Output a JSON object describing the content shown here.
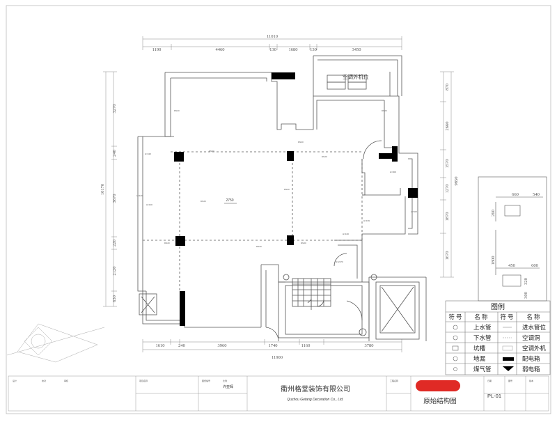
{
  "company": {
    "name_cn": "衢州格堂装饰有限公司",
    "name_en": "Quzhou Getang Decoration Co., Ltd."
  },
  "drawing": {
    "title": "原始结构图",
    "number": "PL-01",
    "ac_unit_label": "空调外机位",
    "center_label": "2750",
    "designer": "许亚辉"
  },
  "dims": {
    "top_total": "11010",
    "top_parts": [
      "1190",
      "4460",
      "130",
      "1680",
      "130",
      "3450"
    ],
    "bottom_parts": [
      "1610",
      "240",
      "3960",
      "1740",
      "1160",
      "3780"
    ],
    "bottom_total": "11900",
    "left_total": "10170",
    "left_parts": [
      "3270",
      "240",
      "3670",
      "220",
      "2120",
      "630"
    ],
    "right_total": "9850",
    "right_parts": [
      "870",
      "2660",
      "1570",
      "1270",
      "1870",
      "1670"
    ]
  },
  "detail": {
    "top_w": "660",
    "top_w2": "540",
    "top_h": "260",
    "mid_h": "1800",
    "low_a": "450",
    "low_b": "600",
    "low_h": "320",
    "low_h2": "300"
  },
  "legend": {
    "title": "图例",
    "col_symbol": "符 号",
    "col_name": "名 称",
    "items_left": [
      "上水管",
      "下水管",
      "坑槽",
      "地漏",
      "煤气管"
    ],
    "items_right": [
      "进水管位",
      "空调洞",
      "空调外机",
      "配电箱",
      "弱电箱"
    ]
  },
  "colors": {
    "stamp_red": "#e02a25",
    "wall_black": "#000000"
  }
}
